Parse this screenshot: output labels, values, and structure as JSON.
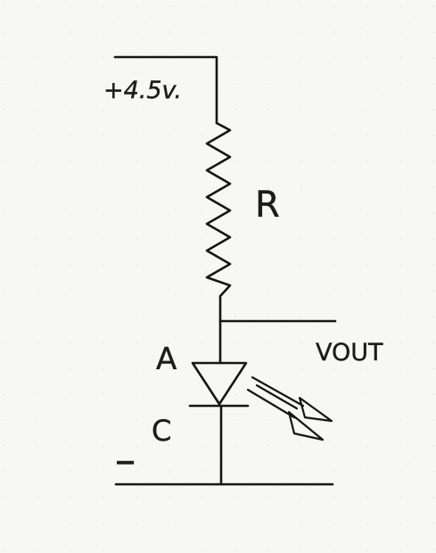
{
  "labels": {
    "supply": "+4.5v.",
    "resistor": "R",
    "vout": "VOUT",
    "anode": "A",
    "cathode": "C",
    "ground_sign": "−"
  }
}
